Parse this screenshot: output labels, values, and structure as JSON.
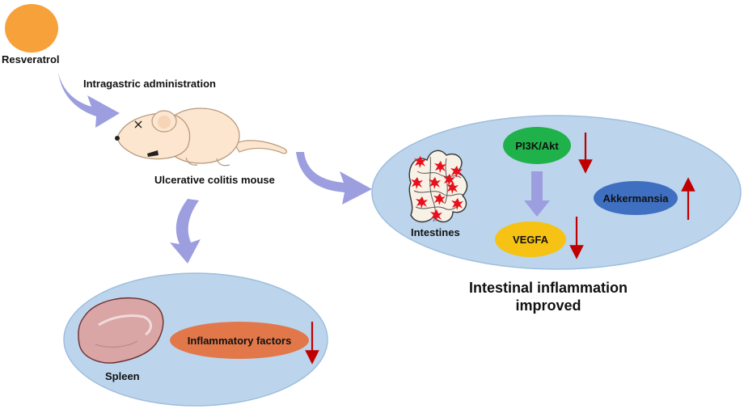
{
  "labels": {
    "resveratrol": "Resveratrol",
    "administration": "Intragastric administration",
    "mouse": "Ulcerative colitis mouse",
    "intestines": "Intestines",
    "pi3k": "PI3K/Akt",
    "vegfa": "VEGFA",
    "akkermansia": "Akkermansia",
    "outcome_line1": "Intestinal inflammation",
    "outcome_line2": "improved",
    "inflammatory": "Inflammatory factors",
    "spleen": "Spleen"
  },
  "regulation": {
    "pi3k": "down",
    "vegfa": "down",
    "akkermansia": "up",
    "inflammatory": "down"
  },
  "colors": {
    "resveratrol_pill": "#F7A13A",
    "flow_arrow": "#9C9EDF",
    "panel_fill": "#BCD5EC",
    "panel_stroke": "#9EBEDD",
    "pi3k": "#1FB24A",
    "vegfa": "#F6C213",
    "akkermansia": "#3E6FC0",
    "inflammatory": "#E2784A",
    "regulation_arrow": "#C00000",
    "mouse_body": "#FCE6CF",
    "spleen": "#D9A5A5"
  }
}
